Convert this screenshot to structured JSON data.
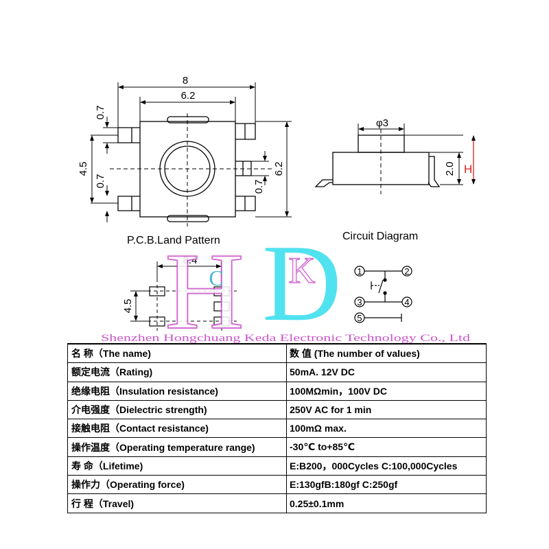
{
  "top_view": {
    "dim_overall_width": "8",
    "dim_body_width": "6.2",
    "dim_body_height": "6.2",
    "dim_overall_height": "4.5",
    "dim_pin_width_top": "0.7",
    "dim_pin_width_left": "0.7",
    "dim_pin_width_right": "0.7"
  },
  "side_view": {
    "dim_actuator_diameter": "φ3",
    "dim_height": "2.0",
    "height_label": "H",
    "height_label_color": "#e0201c"
  },
  "pcb_section": {
    "title": "P.C.B.Land Pattern",
    "dim_width": "8.4",
    "dim_height": "4.5"
  },
  "circuit_section": {
    "title": "Circuit Diagram",
    "pins": [
      "1",
      "2",
      "3",
      "4",
      "5"
    ]
  },
  "watermark": {
    "letters": [
      "H",
      "C",
      "K",
      "D"
    ],
    "company": "Shenzhen Hongchuang Keda Electronic Technology Co., Ltd",
    "magenta": "#cc55cc",
    "cyan": "#33ddee"
  },
  "spec_table": {
    "header": {
      "name": "名 称（The name)",
      "value": "数 值 (The number of values)"
    },
    "rows": [
      {
        "name": "额定电流（Rating)",
        "value": "50mA. 12V DC"
      },
      {
        "name": "绝缘电阻（Insulation resistance)",
        "value": "100MΩmin，100V DC"
      },
      {
        "name": "介电强度（Dielectric strength)",
        "value": "250V AC for 1 min"
      },
      {
        "name": "接触电阻（Contact resistance)",
        "value": "100mΩ  max."
      },
      {
        "name": "操作温度（Operating temperature range)",
        "value": "-30℃  to+85℃"
      },
      {
        "name": "寿 命（Lifetime)",
        "value": "E:B200，000Cycles C:100,000Cycles"
      },
      {
        "name": "操作力（Operating force)",
        "value": "  E:130gfB:180gf C:250gf"
      },
      {
        "name": "行 程（Travel)",
        "value": "0.25±0.1mm"
      }
    ]
  }
}
